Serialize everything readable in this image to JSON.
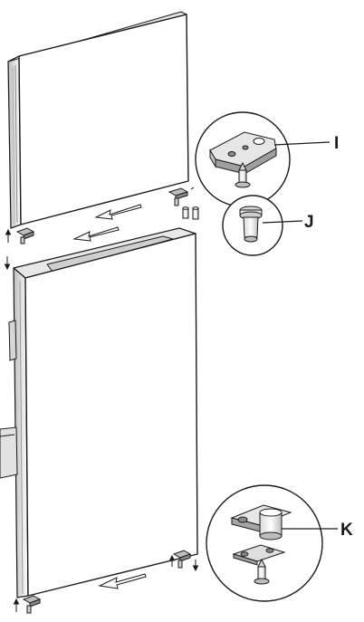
{
  "callouts": {
    "i": "I",
    "j": "J",
    "k": "K"
  },
  "colors": {
    "line": "#1a1a1a",
    "panel_fill": "#ffffff",
    "shade_light": "#ececec",
    "shade_mid": "#cfcfcf",
    "shade_dark": "#9a9a9a",
    "arrow_fill": "#ffffff"
  },
  "icons": {
    "direction_arrows": "hollow-arrow",
    "move_arrows": "small-up-down-arrow"
  }
}
